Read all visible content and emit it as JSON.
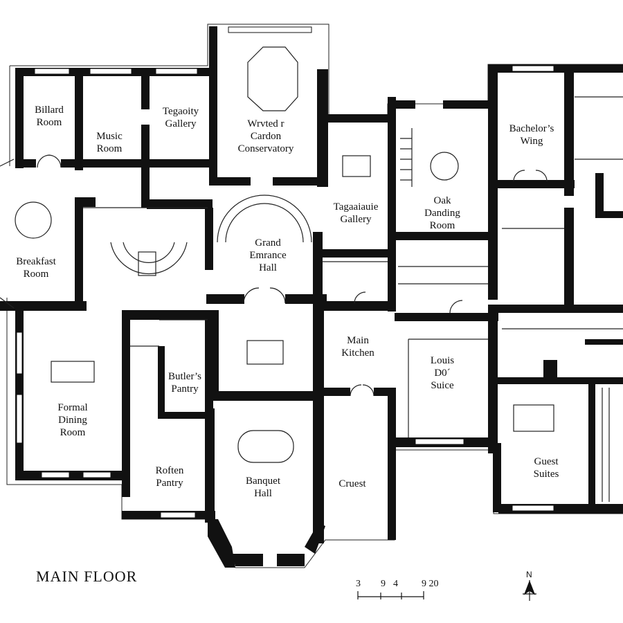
{
  "plan": {
    "title": "MAIN FLOOR",
    "north_label": "N",
    "scale_labels": [
      "3",
      "9",
      "4",
      "9 20"
    ]
  },
  "rooms": {
    "billiard": "Billard\nRoom",
    "music": "Music\nRoom",
    "tapestry_gallery": "Tegaoity\nGallery",
    "conservatory": "Wrvted r\nCardon\nConservatory",
    "bachelors_wing": "Bachelor’s\nWing",
    "breakfast": "Breakfast\nRoom",
    "grand_entrance": "Grand\nEmrance\nHall",
    "gallery2": "Tagaaiauie\nGallery",
    "oak_dining": "Oak\nDanding\nRoom",
    "main_kitchen": "Main\nKitchen",
    "louis_suite": "Louis\nD0´\nSuice",
    "butlers_pantry": "Butler’s\nPantry",
    "formal_dining": "Formal\nDining\nRoom",
    "roften_pantry": "Roften\nPantry",
    "banquet_hall": "Banquet\nHall",
    "cruest": "Cruest",
    "guest_suites": "Guest\nSuites"
  }
}
